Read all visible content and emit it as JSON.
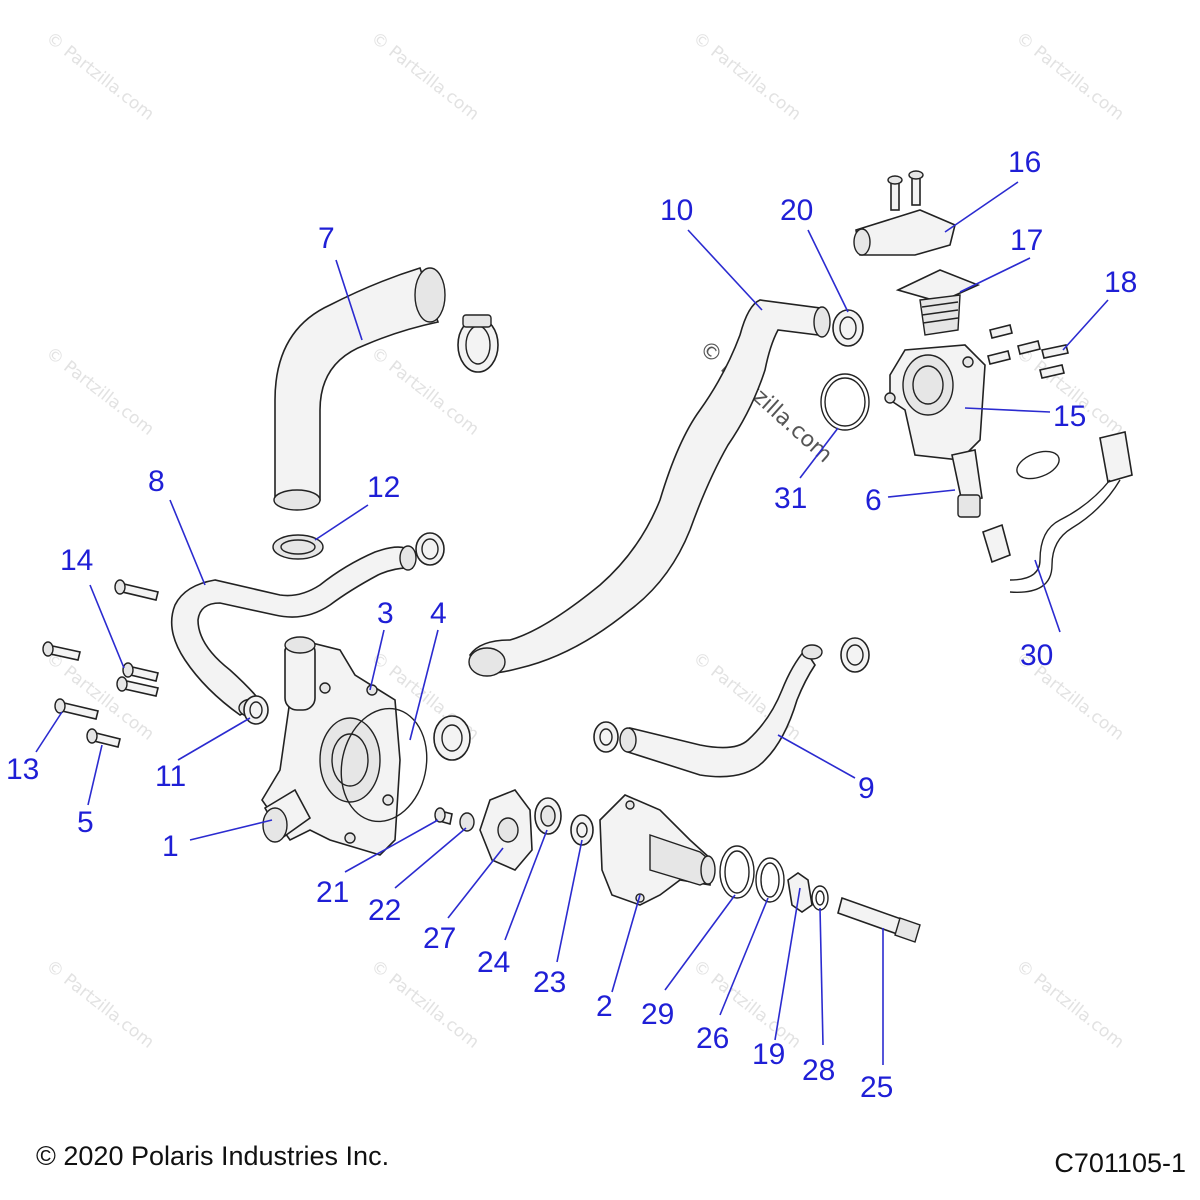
{
  "watermark": {
    "text": "© Partzilla.com"
  },
  "footer": {
    "copyright": "© 2020 Polaris Industries Inc.",
    "drawing_id": "C701105-1"
  },
  "callouts": [
    {
      "id": "1",
      "label": "1"
    },
    {
      "id": "2",
      "label": "2"
    },
    {
      "id": "3",
      "label": "3"
    },
    {
      "id": "4",
      "label": "4"
    },
    {
      "id": "5",
      "label": "5"
    },
    {
      "id": "6",
      "label": "6"
    },
    {
      "id": "7",
      "label": "7"
    },
    {
      "id": "8",
      "label": "8"
    },
    {
      "id": "9",
      "label": "9"
    },
    {
      "id": "10",
      "label": "10"
    },
    {
      "id": "11",
      "label": "11"
    },
    {
      "id": "12",
      "label": "12"
    },
    {
      "id": "13",
      "label": "13"
    },
    {
      "id": "14",
      "label": "14"
    },
    {
      "id": "15",
      "label": "15"
    },
    {
      "id": "16",
      "label": "16"
    },
    {
      "id": "17",
      "label": "17"
    },
    {
      "id": "18",
      "label": "18"
    },
    {
      "id": "19",
      "label": "19"
    },
    {
      "id": "20",
      "label": "20"
    },
    {
      "id": "21",
      "label": "21"
    },
    {
      "id": "22",
      "label": "22"
    },
    {
      "id": "23",
      "label": "23"
    },
    {
      "id": "24",
      "label": "24"
    },
    {
      "id": "25",
      "label": "25"
    },
    {
      "id": "26",
      "label": "26"
    },
    {
      "id": "27",
      "label": "27"
    },
    {
      "id": "28",
      "label": "28"
    },
    {
      "id": "29",
      "label": "29"
    },
    {
      "id": "30",
      "label": "30"
    },
    {
      "id": "31",
      "label": "31"
    }
  ],
  "colors": {
    "callout": "#1f1fd6",
    "leader": "#2b2bd0",
    "part_outline": "#222222",
    "watermark": "#e2e2e2"
  }
}
